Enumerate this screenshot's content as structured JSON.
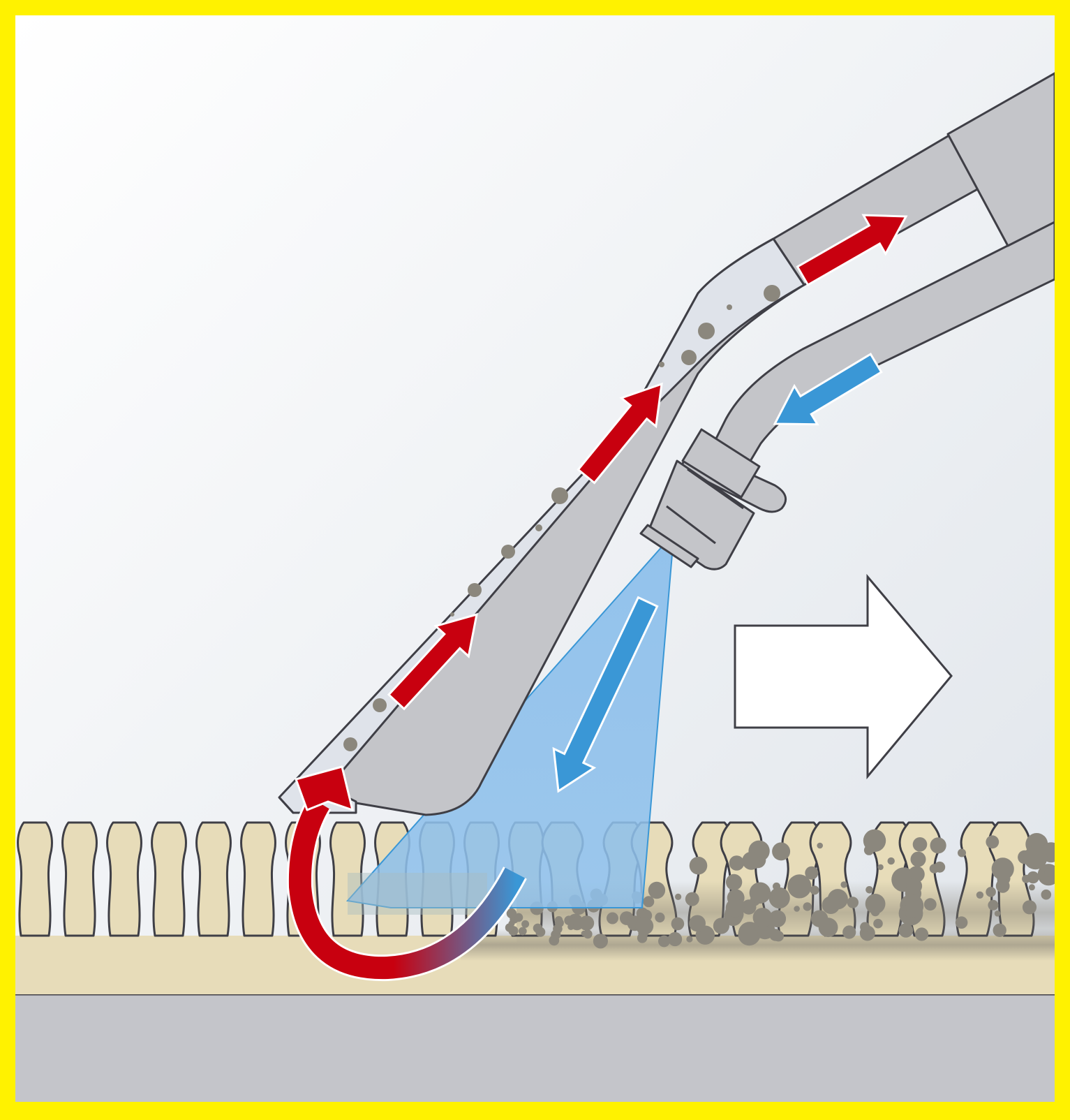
{
  "diagram": {
    "colors": {
      "frame": "#fff200",
      "background_top_left": "#ffffff",
      "background_bottom_right": "#dfe4ea",
      "tool_gray": "#c4c5c9",
      "tool_light": "#dfe3ea",
      "outline": "#3f3f46",
      "extraction_arrow": "#c8000f",
      "spray_arrow": "#3a97d6",
      "spray_mist": "#8ec0eb",
      "carpet_fiber": "#e7dcb9",
      "dirt": "#8b877d",
      "floor": "#c4c5ca",
      "direction_arrow": "#ffffff"
    },
    "elements": [
      "frame",
      "suction-tube",
      "spray-pipe",
      "spray-nozzle",
      "spray-mist",
      "extraction-arrows",
      "spray-arrows",
      "circulation-arrow",
      "carpet-fibers",
      "dirt-particles",
      "carpet-backing",
      "floor",
      "movement-direction-arrow"
    ]
  }
}
